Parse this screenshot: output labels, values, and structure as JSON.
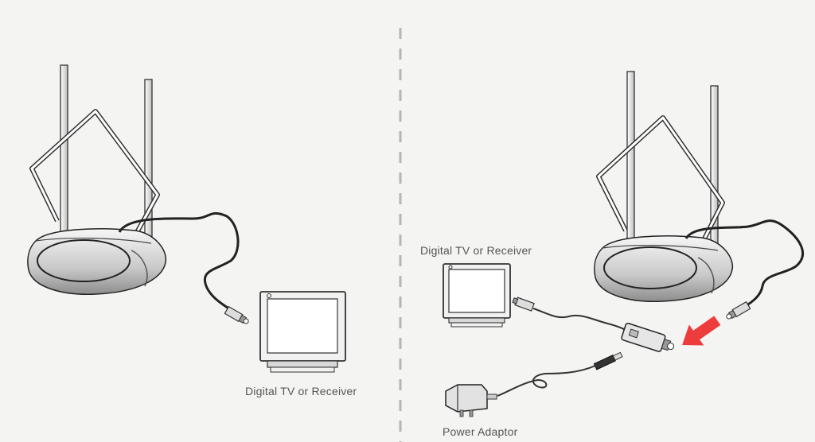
{
  "labels": {
    "left_tv": "Digital TV or Receiver",
    "right_tv": "Digital TV or Receiver",
    "power_adaptor": "Power Adaptor"
  },
  "colors": {
    "background": "#f4f4f2",
    "line": "#333333",
    "divider": "#b5b5b5",
    "arrow": "#ee3b3b"
  },
  "icons": {
    "arrow": "red-arrow-icon"
  }
}
